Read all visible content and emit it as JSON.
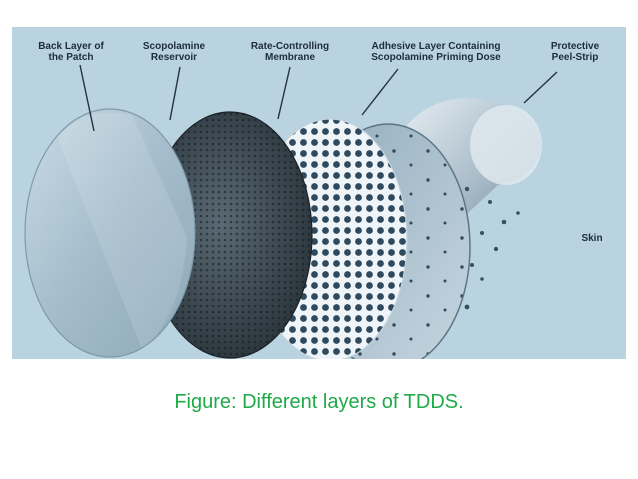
{
  "labels": {
    "back_layer": "Back Layer of\nthe Patch",
    "reservoir": "Scopolamine\nReservoir",
    "membrane": "Rate-Controlling\nMembrane",
    "adhesive": "Adhesive Layer Containing\nScopolamine Priming Dose",
    "peel_strip": "Protective\nPeel-Strip",
    "skin": "Skin"
  },
  "caption": "Figure: Different layers of TDDS.",
  "colors": {
    "panel_bg": "#b9d3e1",
    "caption": "#1faa48",
    "label_text": "#1e2c3b"
  }
}
